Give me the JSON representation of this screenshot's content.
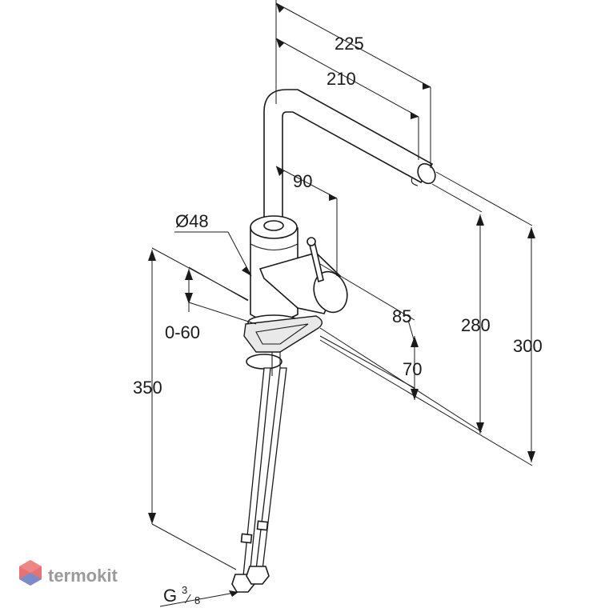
{
  "dimensions": {
    "d225": "225",
    "d210": "210",
    "d90": "90",
    "d48": "Ø48",
    "d85": "85",
    "d280": "280",
    "d300": "300",
    "d0_60": "0-60",
    "d70": "70",
    "d350": "350",
    "thread_main": "G",
    "thread_sup": "3",
    "thread_sub": "8"
  },
  "watermark": {
    "brand": "termokit"
  },
  "colors": {
    "line": "#1a1a1a",
    "logo_red": "#e05a5a",
    "logo_blue": "#6a8fd8",
    "logo_text": "#9a9a9a"
  }
}
